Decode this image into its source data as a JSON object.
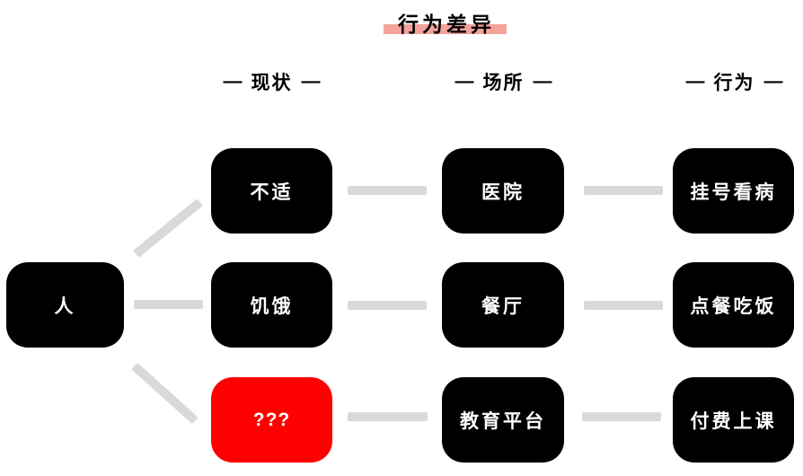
{
  "title": {
    "text": "行为差异"
  },
  "headers": {
    "dash": "—",
    "columns": [
      {
        "label": "现状"
      },
      {
        "label": "场所"
      },
      {
        "label": "行为"
      }
    ]
  },
  "root": {
    "label": "人"
  },
  "rows": [
    {
      "status": "不适",
      "place": "医院",
      "action": "挂号看病"
    },
    {
      "status": "饥饿",
      "place": "餐厅",
      "action": "点餐吃饭"
    },
    {
      "status": "???",
      "place": "教育平台",
      "action": "付费上课"
    }
  ],
  "colors": {
    "node_background": "#000000",
    "node_text": "#ffffff",
    "alert_node_background": "#ff0000",
    "connector": "#d9d9d9",
    "title_highlight": "#f4a29a",
    "heading_text": "#000000"
  }
}
